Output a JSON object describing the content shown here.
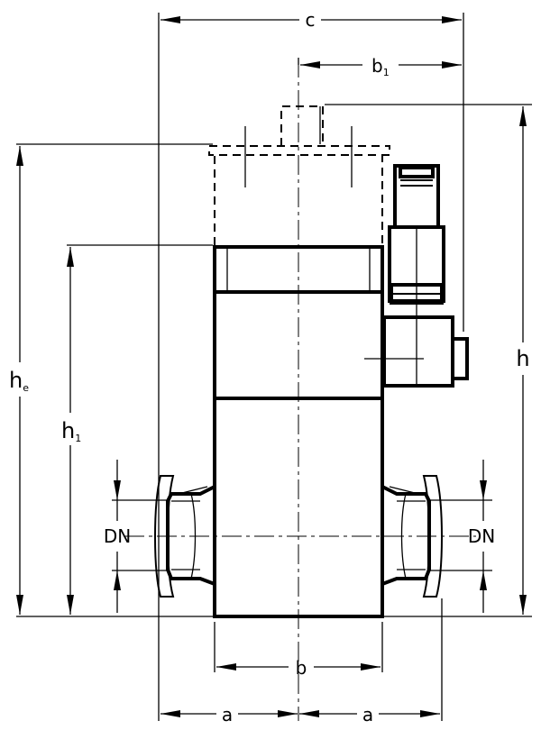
{
  "drawing": {
    "dimensions": {
      "c": "c",
      "b1": {
        "main": "b",
        "sub": "1"
      },
      "he": {
        "main": "h",
        "sub": "e"
      },
      "h1": {
        "main": "h",
        "sub": "1"
      },
      "h": "h",
      "b": "b",
      "a_left": "a",
      "a_right": "a",
      "dn_left": "DN",
      "dn_right": "DN"
    }
  }
}
